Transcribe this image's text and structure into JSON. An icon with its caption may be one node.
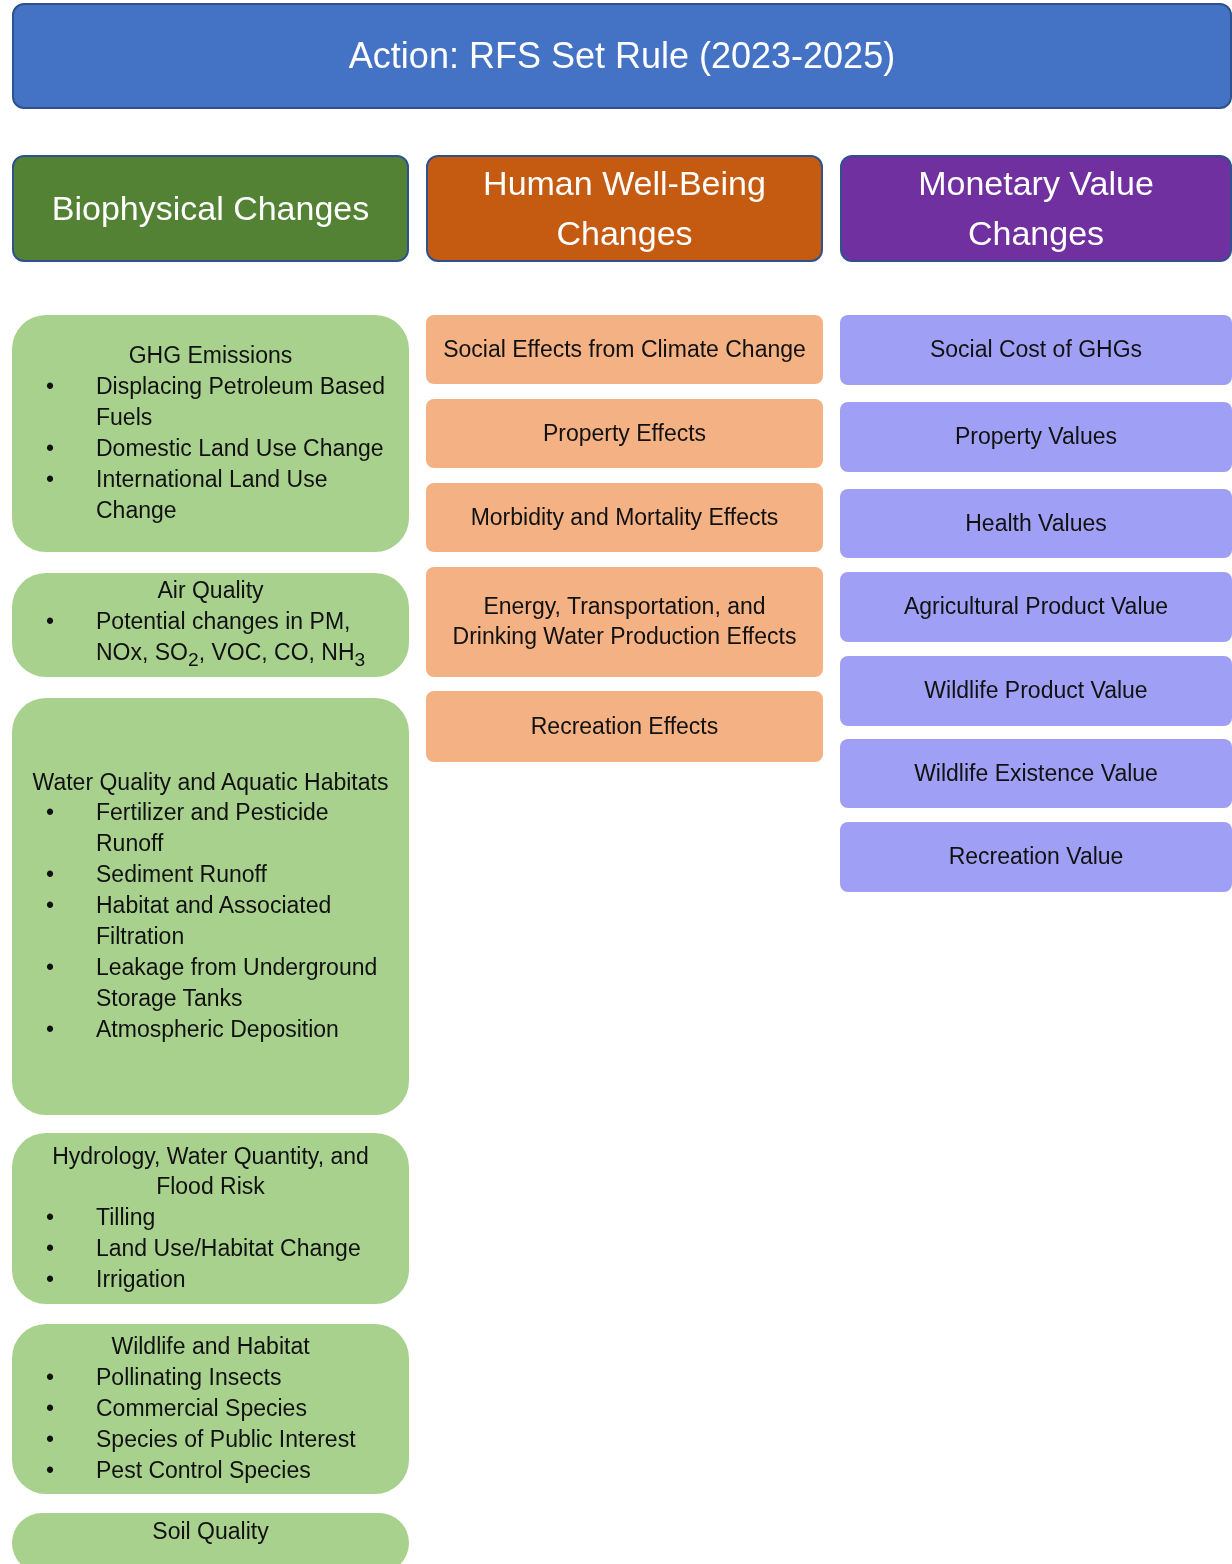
{
  "diagram": {
    "nodes": [
      {
        "text": [
          "Action: RFS Set Rule (2023-2025)"
        ]
      },
      {
        "text": [
          "Biophysical Changes"
        ]
      },
      {
        "text": [
          "Human Well-Being Changes"
        ]
      },
      {
        "text": [
          "Monetary Value Changes"
        ]
      },
      {
        "text": [
          "GHG Emissions",
          "•\tDisplacing Petroleum Based Fuels",
          "•\tDomestic Land Use Change",
          "•\tInternational Land Use Change"
        ]
      },
      {
        "text": [
          "Air Quality",
          "•\tPotential changes in PM, NOx, SO$_{2}$, VOC, CO, NH$_{3}$"
        ]
      },
      {
        "text": [
          "Water Quality and Aquatic Habitats",
          "•\tFertilizer and Pesticide Runoff",
          "•\tSediment Runoff",
          "•\tHabitat and Associated Filtration",
          "•\tLeakage from Underground Storage Tanks",
          "•\tAtmospheric Deposition"
        ]
      },
      {
        "text": [
          "Hydrology, Water Quantity, and Flood Risk",
          "•\tTilling",
          "•\tLand Use/Habitat Change",
          "•\tIrrigation"
        ]
      },
      {
        "text": [
          "Wildlife and Habitat",
          "•\tPollinating Insects",
          "•\tCommercial Species",
          "•\tSpecies of Public Interest",
          "•\tPest Control Species"
        ]
      },
      {
        "text": [
          "Soil Quality"
        ]
      },
      {
        "text": [
          "Social Effects from Climate Change"
        ]
      },
      {
        "text": [
          "Property Effects"
        ]
      },
      {
        "text": [
          "Morbidity and Mortality Effects"
        ]
      },
      {
        "text": [
          "Energy, Transportation, and Drinking Water Production Effects"
        ]
      },
      {
        "text": [
          "Recreation Effects"
        ]
      },
      {
        "text": [
          "Social Cost of GHGs"
        ]
      },
      {
        "text": [
          "Property Values"
        ]
      },
      {
        "text": [
          "Health Values"
        ]
      },
      {
        "text": [
          "Agricultural Product Value"
        ]
      },
      {
        "text": [
          "Wildlife Product Value"
        ]
      },
      {
        "text": [
          "Wildlife Existence Value"
        ]
      },
      {
        "text": [
          "Recreation Value"
        ]
      }
    ],
    "edges": []
  }
}
